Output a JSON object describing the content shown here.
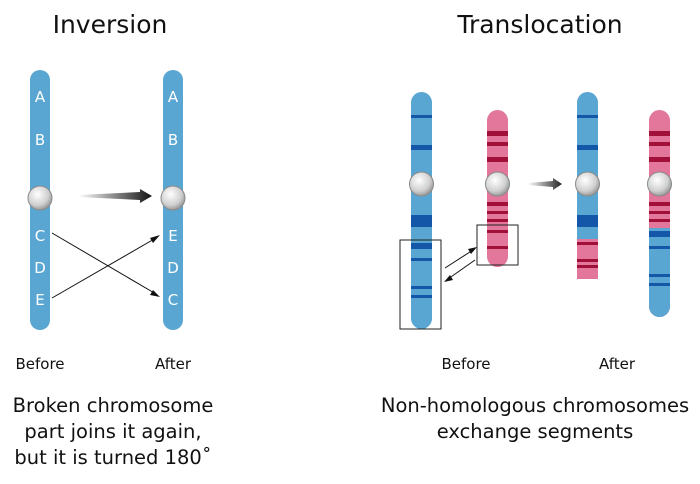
{
  "inversion": {
    "title": "Inversion",
    "before_label": "Before",
    "after_label": "After",
    "caption_lines": [
      "Broken chromosome",
      "part joins it again,",
      "but it is turned 180˚"
    ],
    "before_genes": [
      "A",
      "B",
      "C",
      "D",
      "E"
    ],
    "after_genes": [
      "A",
      "B",
      "E",
      "D",
      "C"
    ]
  },
  "translocation": {
    "title": "Translocation",
    "before_label": "Before",
    "after_label": "After",
    "caption_lines": [
      "Non-homologous chromosomes",
      "exchange segments"
    ]
  },
  "colors": {
    "blue_chromosome": "#5aa6d2",
    "blue_band": "#1457a8",
    "pink_chromosome": "#e2769b",
    "pink_band": "#a01038",
    "centromere": "#d6d6d6"
  }
}
